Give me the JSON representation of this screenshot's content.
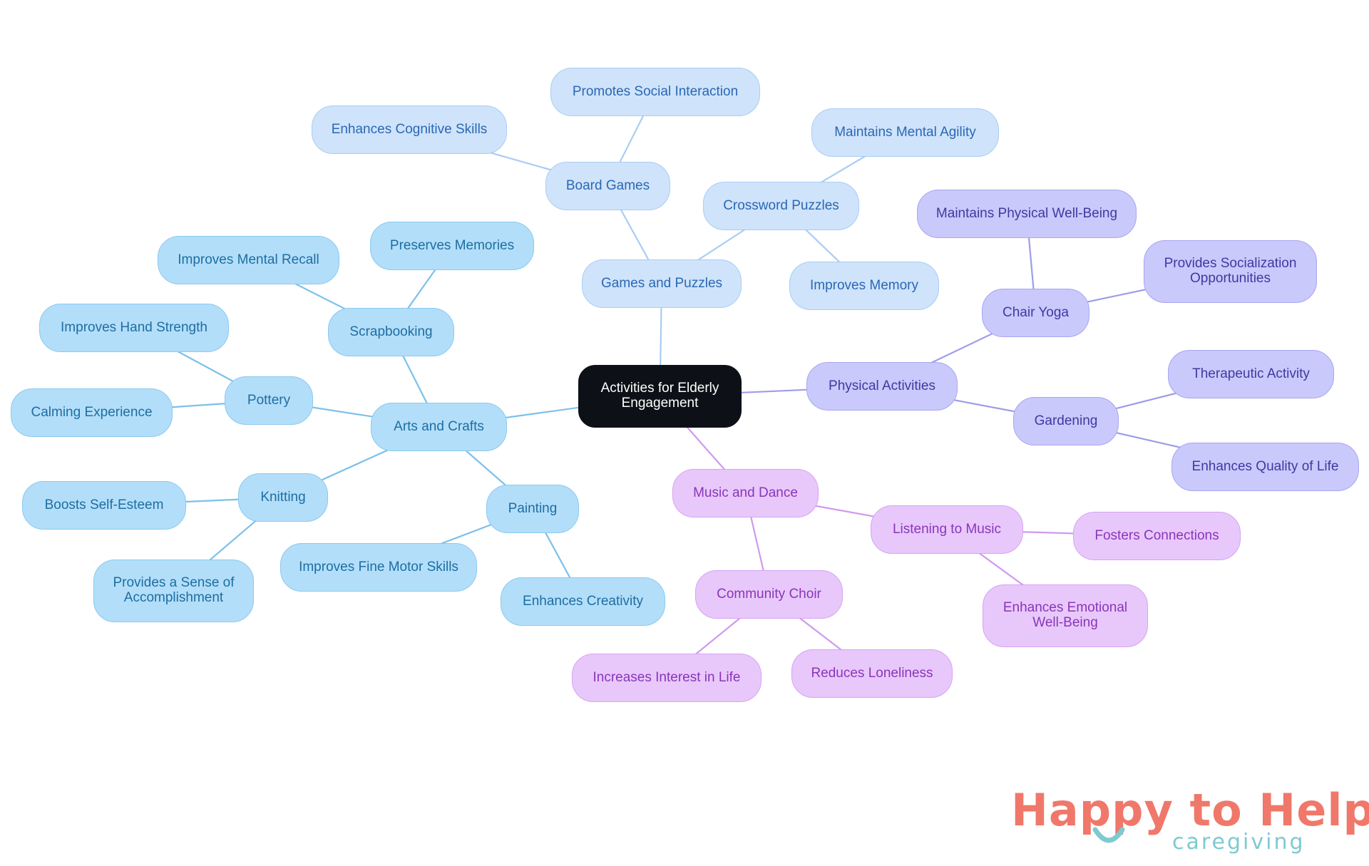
{
  "mindmap": {
    "root": "Activities for Elderly\nEngagement",
    "games_and_puzzles": {
      "label": "Games and Puzzles",
      "board_games": {
        "label": "Board Games",
        "children": [
          "Promotes Social Interaction",
          "Enhances Cognitive Skills"
        ]
      },
      "crossword_puzzles": {
        "label": "Crossword Puzzles",
        "children": [
          "Maintains Mental Agility",
          "Improves Memory"
        ]
      }
    },
    "arts_and_crafts": {
      "label": "Arts and Crafts",
      "scrapbooking": {
        "label": "Scrapbooking",
        "children": [
          "Preserves Memories",
          "Improves Mental Recall"
        ]
      },
      "pottery": {
        "label": "Pottery",
        "children": [
          "Improves Hand Strength",
          "Calming Experience"
        ]
      },
      "knitting": {
        "label": "Knitting",
        "children": [
          "Boosts Self-Esteem",
          "Provides a Sense of\nAccomplishment"
        ]
      },
      "painting": {
        "label": "Painting",
        "children": [
          "Improves Fine Motor Skills",
          "Enhances Creativity"
        ]
      }
    },
    "physical_activities": {
      "label": "Physical Activities",
      "chair_yoga": {
        "label": "Chair Yoga",
        "children": [
          "Maintains Physical Well-Being",
          "Provides Socialization\nOpportunities"
        ]
      },
      "gardening": {
        "label": "Gardening",
        "children": [
          "Therapeutic Activity",
          "Enhances Quality of Life"
        ]
      }
    },
    "music_and_dance": {
      "label": "Music and Dance",
      "listening_to_music": {
        "label": "Listening to Music",
        "children": [
          "Fosters Connections",
          "Enhances Emotional\nWell-Being"
        ]
      },
      "community_choir": {
        "label": "Community Choir",
        "children": [
          "Increases Interest in Life",
          "Reduces Loneliness"
        ]
      }
    }
  },
  "colors": {
    "root": "#0d1117",
    "games_and_puzzles": "#a9cdf3",
    "arts_and_crafts": "#7cc0ea",
    "physical_activities": "#9f9ce9",
    "music_and_dance": "#cf9aee"
  },
  "logo": {
    "title": "Happy to Help",
    "subtitle": "caregiving"
  }
}
